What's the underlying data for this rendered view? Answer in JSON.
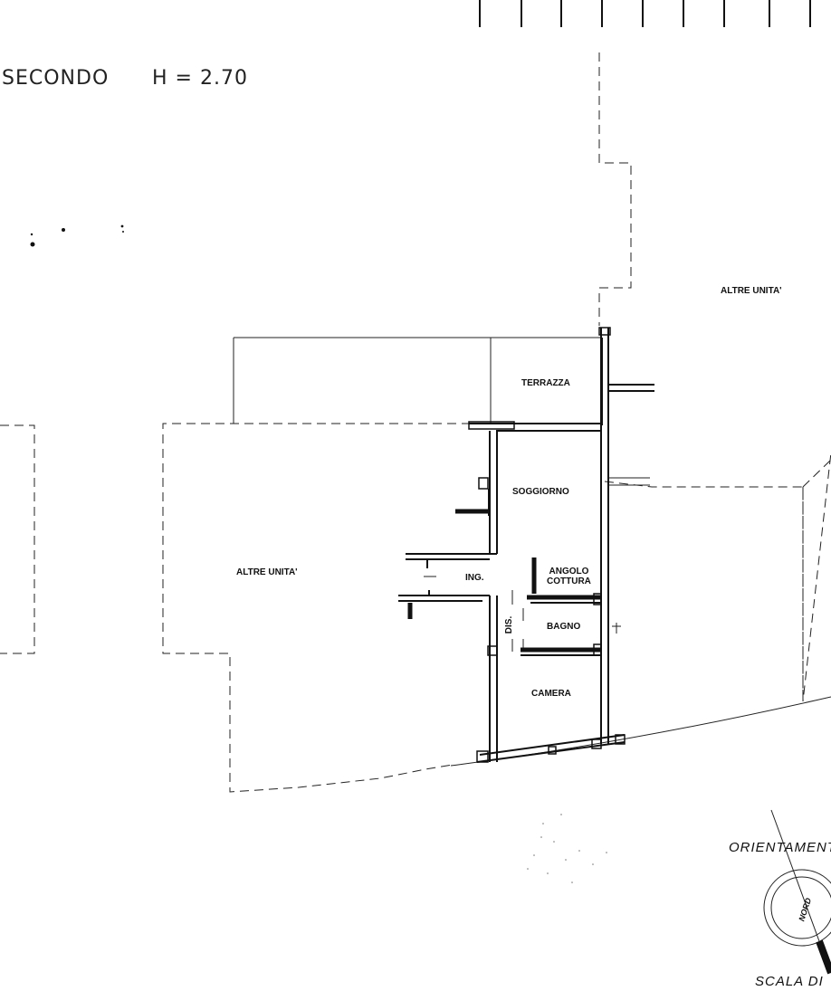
{
  "header": {
    "floor": "SECONDO",
    "height": "H  =  2.70"
  },
  "rooms": {
    "altre_unita_top_right": "ALTRE UNITA'",
    "altre_unita_left": "ALTRE UNITA'",
    "terrazza": "TERRAZZA",
    "soggiorno": "SOGGIORNO",
    "angolo_cottura_line1": "ANGOLO",
    "angolo_cottura_line2": "COTTURA",
    "ingresso": "ING.",
    "disimpegno": "DIS.",
    "bagno": "BAGNO",
    "camera": "CAMERA"
  },
  "compass": {
    "orientamento": "ORIENTAMENTO",
    "nord": "NORD",
    "scala": "SCALA DI"
  }
}
